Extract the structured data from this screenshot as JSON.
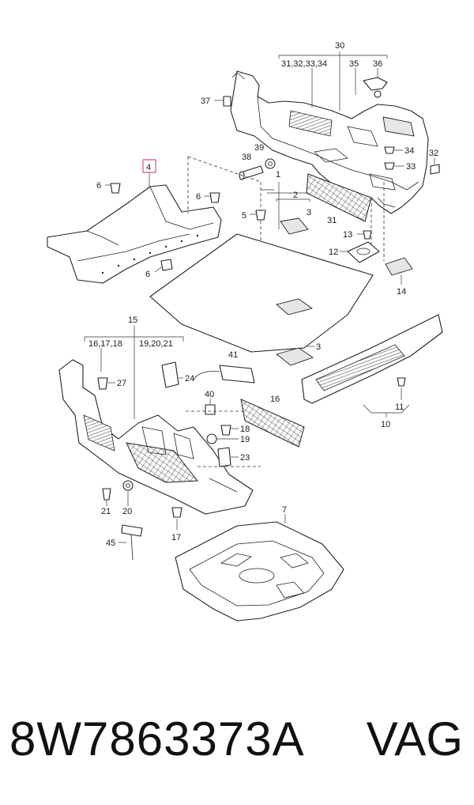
{
  "footer": {
    "part_number": "8W7863373A",
    "brand": "VAG"
  },
  "highlight_color": "#e0516f",
  "callouts": {
    "c1": "1",
    "c2": "2",
    "c3a": "3",
    "c3b": "3",
    "c4": "4",
    "c5": "5",
    "c6a": "6",
    "c6b": "6",
    "c6c": "6",
    "c7": "7",
    "c10": "10",
    "c11": "11",
    "c12": "12",
    "c13": "13",
    "c14": "14",
    "c15": "15",
    "c15_sub_left": "16,17,18",
    "c15_sub_right": "19,20,21",
    "c16": "16",
    "c17": "17",
    "c18": "18",
    "c19": "19",
    "c20": "20",
    "c21": "21",
    "c23": "23",
    "c24": "24",
    "c27": "27",
    "c30": "30",
    "c30_sub_left": "31,32,33,34",
    "c30_sub_mid": "35",
    "c30_sub_right": "36",
    "c31": "31",
    "c32": "32",
    "c33": "33",
    "c34": "34",
    "c37": "37",
    "c38": "38",
    "c39": "39",
    "c40": "40",
    "c41": "41",
    "c45": "45"
  }
}
